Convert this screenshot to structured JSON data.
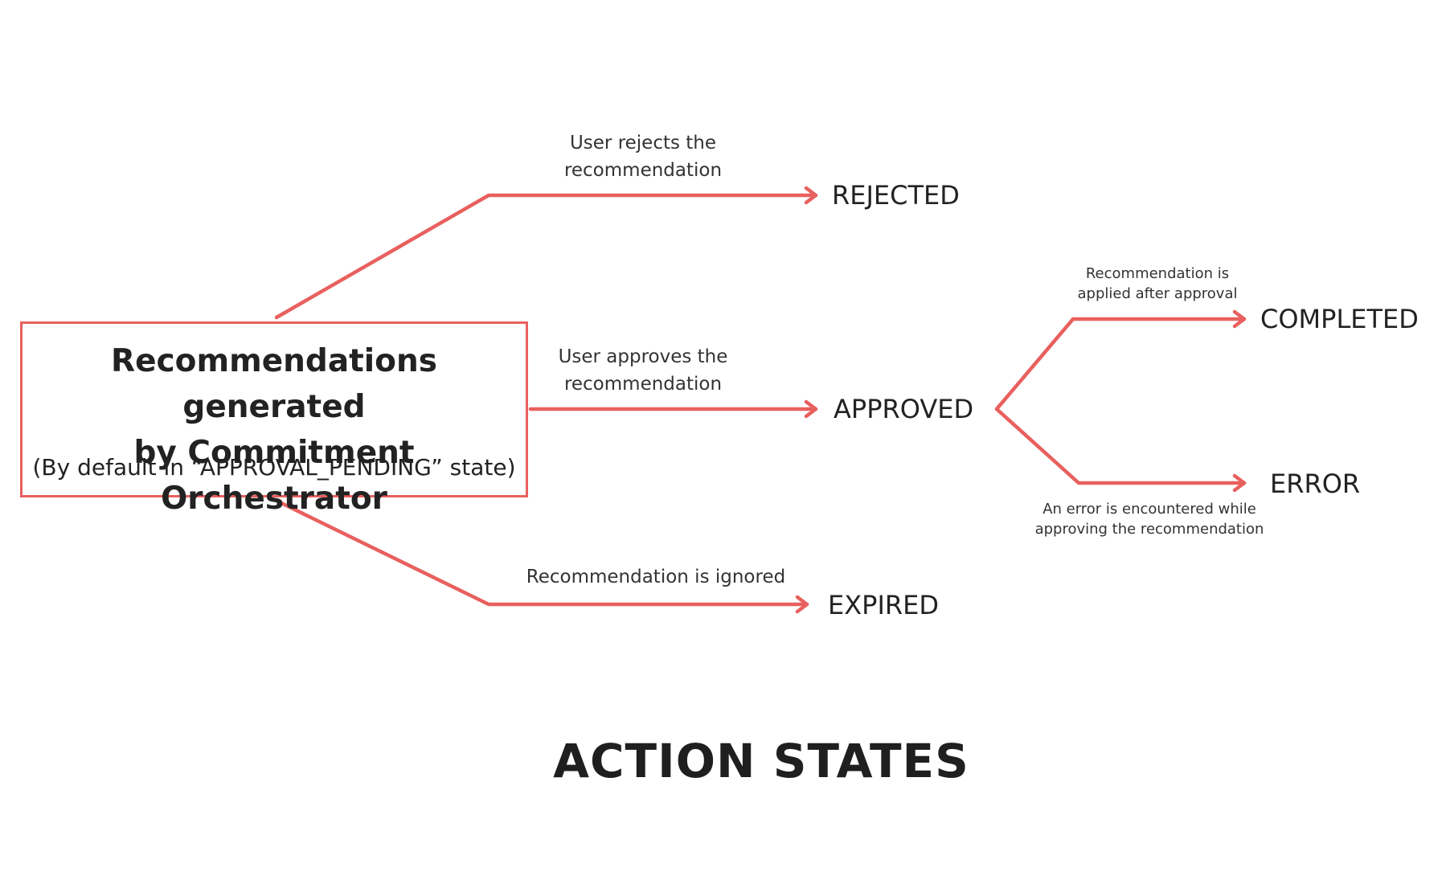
{
  "colors": {
    "accent": "#e8605e",
    "text": "#222222"
  },
  "source": {
    "title_line1": "Recommendations generated",
    "title_line2": "by Commitment Orchestrator",
    "subtitle": "(By default in “APPROVAL_PENDING” state)"
  },
  "states": {
    "rejected": "REJECTED",
    "approved": "APPROVED",
    "expired": "EXPIRED",
    "completed": "COMPLETED",
    "error": "ERROR"
  },
  "transitions": {
    "reject": {
      "line1": "User rejects the",
      "line2": "recommendation"
    },
    "approve": {
      "line1": "User approves the",
      "line2": "recommendation"
    },
    "ignore": {
      "line1": "Recommendation is ignored"
    },
    "complete": {
      "line1": "Recommendation is",
      "line2": "applied after approval"
    },
    "error": {
      "line1": "An error is encountered while",
      "line2": "approving the recommendation"
    }
  },
  "title": "ACTION STATES"
}
